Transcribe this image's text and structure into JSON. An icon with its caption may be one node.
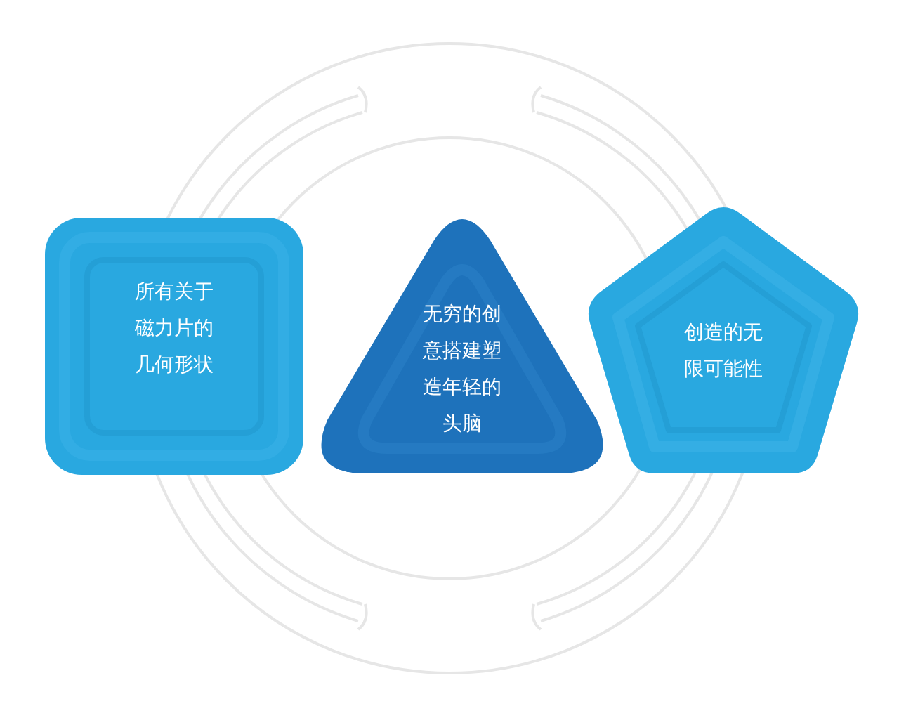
{
  "diagram": {
    "nodes": [
      {
        "text": [
          "所有关于磁力片的几何形状"
        ]
      },
      {
        "text": [
          "无穷的创意搭建塑造年轻的头脑"
        ]
      },
      {
        "text": [
          "创造的无限可能性"
        ]
      }
    ]
  }
}
